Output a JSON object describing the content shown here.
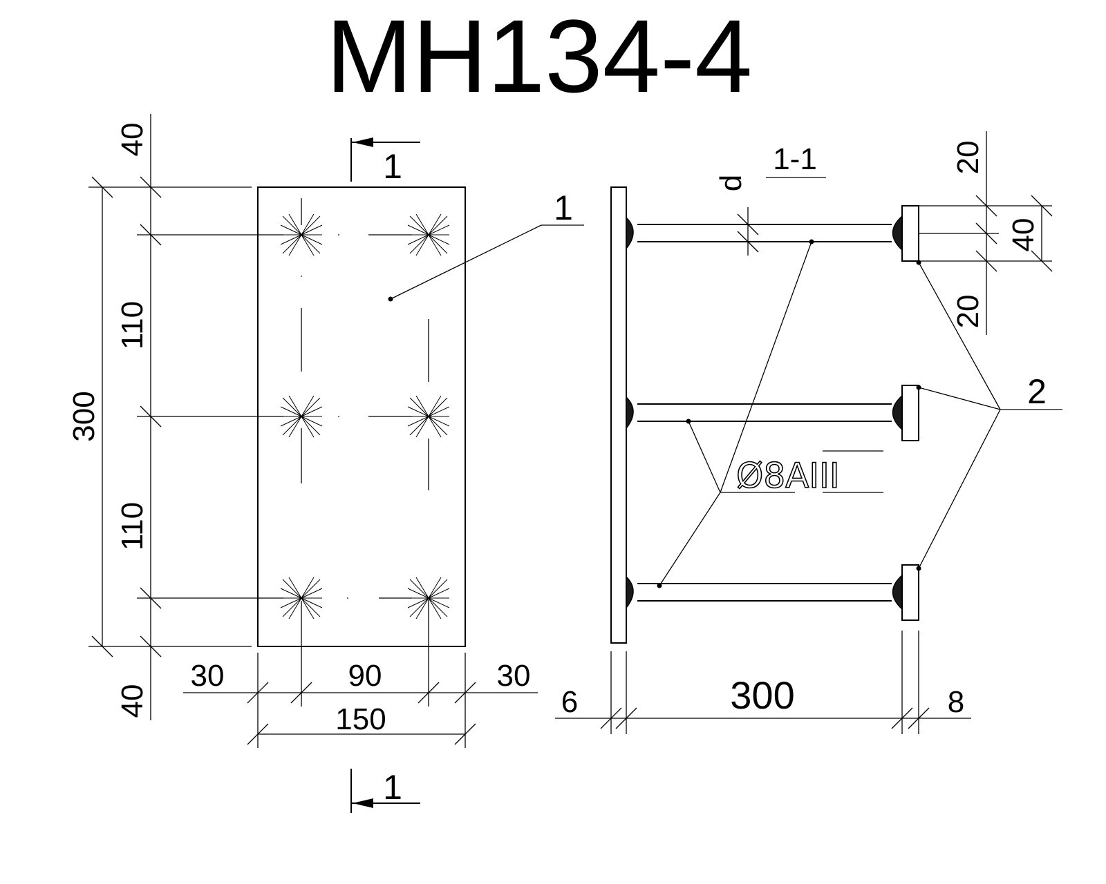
{
  "title": "МН134-4",
  "plan": {
    "section_mark_top": "1",
    "section_mark_bottom": "1",
    "part_label": "1",
    "dims_left": {
      "top": "40",
      "mid1": "110",
      "total": "300",
      "mid2": "110",
      "bottom": "40"
    },
    "dims_bottom": {
      "left": "30",
      "center": "90",
      "right": "30",
      "total": "150"
    }
  },
  "section": {
    "section_title": "1-1",
    "d_label": "d",
    "dims_right": {
      "top": "20",
      "middle": "40",
      "bottom": "20"
    },
    "part_label": "2",
    "rebar_spec": "Ø8АIII",
    "dims_bottom": {
      "left": "6",
      "center": "300",
      "right": "8"
    }
  }
}
